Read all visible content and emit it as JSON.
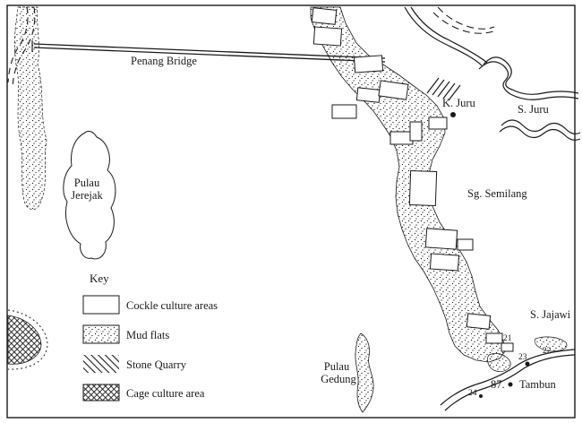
{
  "labels": {
    "penang_bridge": "Penang Bridge",
    "k_juru": "K. Juru",
    "s_juru": "S. Juru",
    "sg_semilang": "Sg. Semilang",
    "s_jajawi": "S. Jajawi",
    "pulau_jerejak_line1": "Pulau",
    "pulau_jerejak_line2": "Jerejak",
    "pulau_gedung_line1": "Pulau",
    "pulau_gedung_line2": "Gedung",
    "tambun": "Tambun"
  },
  "stations": {
    "s21": "21",
    "s22": "22",
    "s23": "23",
    "s24": "24",
    "s87": "87."
  },
  "key": {
    "title": "Key",
    "items": [
      {
        "id": "cockle",
        "label": "Cockle culture areas"
      },
      {
        "id": "mudflat",
        "label": "Mud flats"
      },
      {
        "id": "quarry",
        "label": "Stone Quarry"
      },
      {
        "id": "cage",
        "label": "Cage culture area"
      }
    ]
  },
  "colors": {
    "ink": "#1a1a1a",
    "paper": "#ffffff"
  }
}
